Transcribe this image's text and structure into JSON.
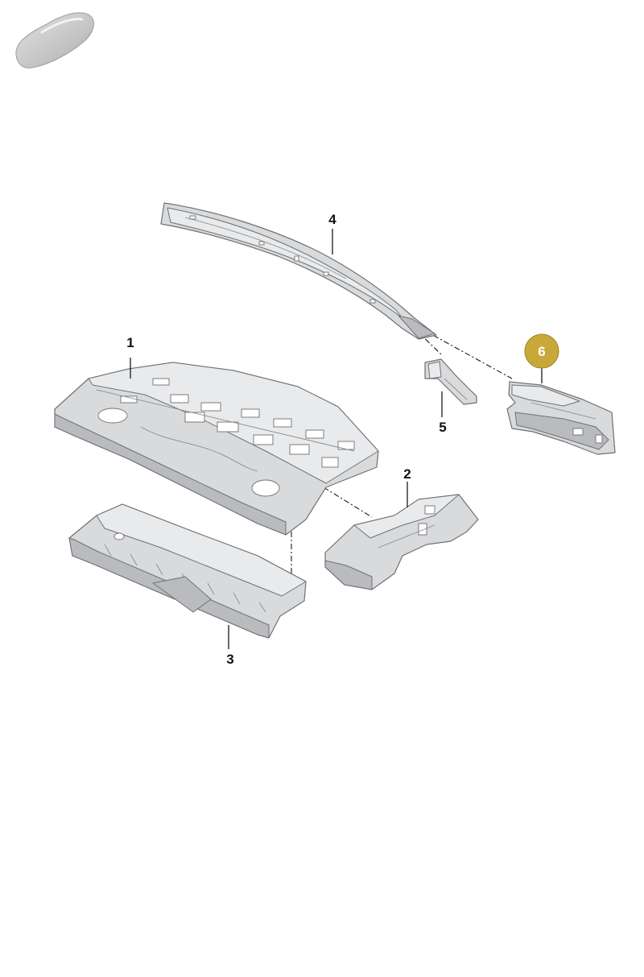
{
  "callouts": [
    {
      "id": "1",
      "label": "1",
      "highlighted": false
    },
    {
      "id": "2",
      "label": "2",
      "highlighted": false
    },
    {
      "id": "3",
      "label": "3",
      "highlighted": false
    },
    {
      "id": "4",
      "label": "4",
      "highlighted": false
    },
    {
      "id": "5",
      "label": "5",
      "highlighted": false
    },
    {
      "id": "6",
      "label": "6",
      "highlighted": true
    }
  ],
  "colors": {
    "highlight_badge": "#c9a83a",
    "part_fill": "#d9dadc",
    "line": "#1a1a1a"
  },
  "icons": {
    "vehicle_thumbnail": "car-silhouette-icon"
  }
}
